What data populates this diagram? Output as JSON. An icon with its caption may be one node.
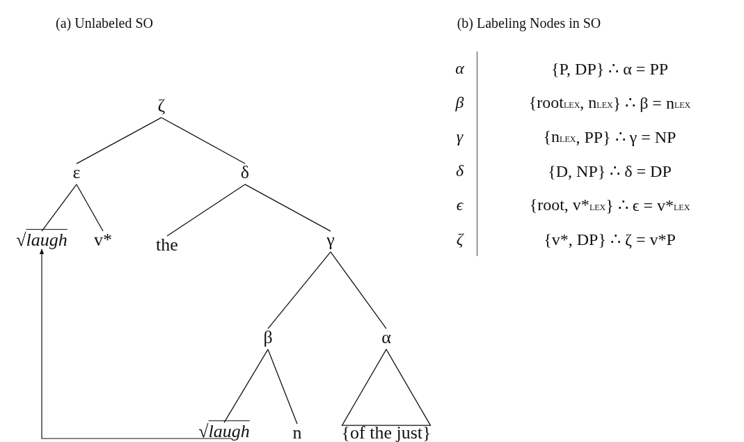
{
  "diagram": {
    "nodes": [
      {
        "text": [
          "ζ"
        ]
      },
      {
        "text": [
          "ε"
        ]
      },
      {
        "text": [
          "δ"
        ]
      },
      {
        "text": [
          "√*laugh*"
        ]
      },
      {
        "text": [
          "v*"
        ]
      },
      {
        "text": [
          "the"
        ]
      },
      {
        "text": [
          "γ"
        ]
      },
      {
        "text": [
          "β"
        ]
      },
      {
        "text": [
          "α"
        ]
      },
      {
        "text": [
          "√*laugh*"
        ]
      },
      {
        "text": [
          "n"
        ]
      },
      {
        "text": [
          "{of the just}"
        ]
      }
    ],
    "edges": [
      {
        "from": 0,
        "to": 1,
        "arrow": "none"
      },
      {
        "from": 0,
        "to": 2,
        "arrow": "none"
      },
      {
        "from": 1,
        "to": 3,
        "arrow": "none"
      },
      {
        "from": 1,
        "to": 4,
        "arrow": "none"
      },
      {
        "from": 2,
        "to": 5,
        "arrow": "none"
      },
      {
        "from": 2,
        "to": 6,
        "arrow": "none"
      },
      {
        "from": 6,
        "to": 7,
        "arrow": "none"
      },
      {
        "from": 6,
        "to": 8,
        "arrow": "none"
      },
      {
        "from": 7,
        "to": 9,
        "arrow": "none"
      },
      {
        "from": 7,
        "to": 10,
        "arrow": "none"
      },
      {
        "from": 8,
        "to": 11,
        "arrow": "none"
      },
      {
        "from": 9,
        "to": 3,
        "arrow": "to"
      }
    ],
    "labels": [
      "(a) Unlabeled SO",
      "(b) Labeling Nodes in SO",
      "α",
      "{P, DP} ∴ α = PP",
      "β",
      "{root$_{LEX}$, n$_{LEX}$} ∴ β = n$_{LEX}$",
      "γ",
      "{n$_{LEX}$, PP} ∴ γ = NP",
      "δ",
      "{D, NP} ∴ δ = DP",
      "ϵ",
      "{root, v*$_{LEX}$} ∴ ϵ = v*$_{LEX}$",
      "ζ",
      "{v*, DP} ∴ ζ = v*P"
    ]
  }
}
